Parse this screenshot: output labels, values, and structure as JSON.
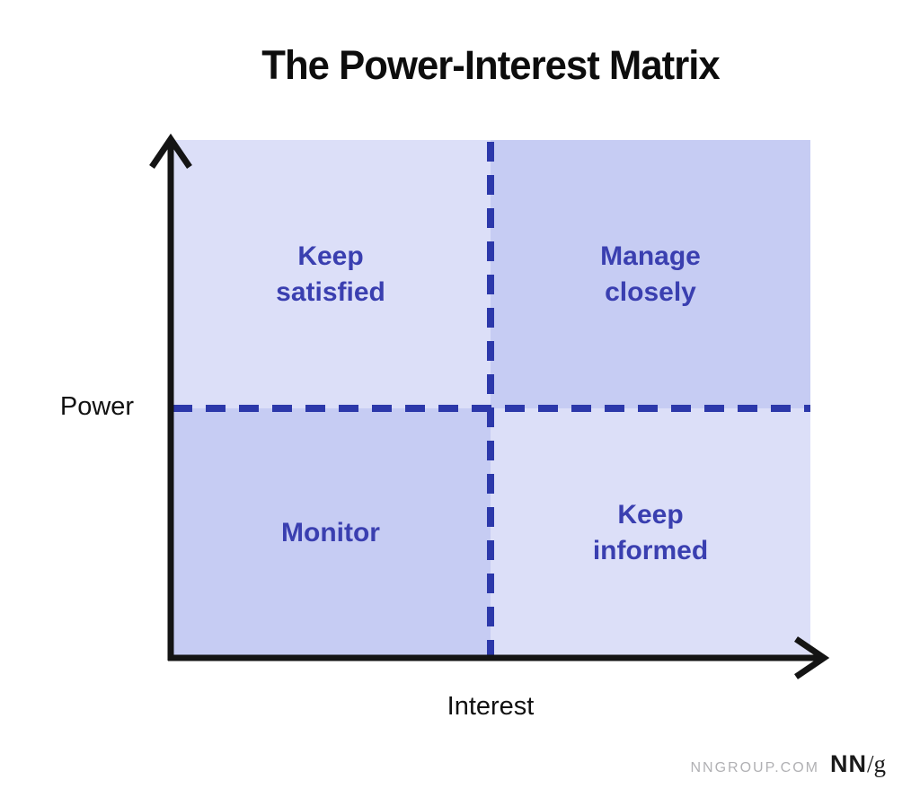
{
  "title": "The Power-Interest Matrix",
  "axes": {
    "y_label": "Power",
    "x_label": "Interest"
  },
  "quadrants": {
    "top_left": {
      "label": "Keep\nsatisfied",
      "tone": "light"
    },
    "top_right": {
      "label": "Manage\nclosely",
      "tone": "dark"
    },
    "bottom_left": {
      "label": "Monitor",
      "tone": "dark"
    },
    "bottom_right": {
      "label": "Keep\ninformed",
      "tone": "light"
    }
  },
  "footer": {
    "website": "NNGROUP.COM",
    "logo_nn": "NN",
    "logo_g": "/g"
  },
  "colors": {
    "quadrant_light": "#dcdff8",
    "quadrant_dark": "#c6ccf3",
    "dashed_line": "#2c38aa",
    "quadrant_text": "#3a3fb0",
    "axis": "#141414",
    "title": "#0d0d0d",
    "footer_gray": "#b1b1b4",
    "footer_black": "#1a1a1a"
  }
}
